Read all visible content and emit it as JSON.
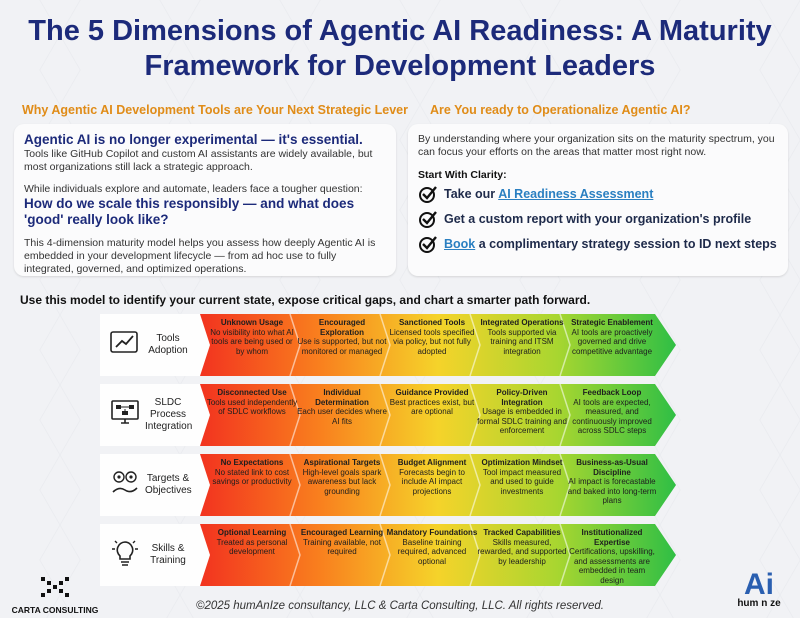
{
  "title": "The 5 Dimensions of Agentic AI Readiness: A Maturity Framework for Development Leaders",
  "left_section": {
    "heading": "Why Agentic AI Development Tools are Your Next Strategic Lever",
    "lead": "Agentic AI is no longer experimental — it's essential.",
    "p1": "Tools like GitHub Copilot and custom AI assistants are widely available, but most organizations still lack a strategic approach.",
    "p2": "While individuals explore and automate, leaders face a tougher question:",
    "question": "How do we scale this responsibly — and what does 'good' really look like?",
    "p3": "This 4-dimension maturity model helps you assess how deeply Agentic AI is embedded in your development lifecycle — from ad hoc use to fully integrated, governed, and optimized operations."
  },
  "right_section": {
    "heading": "Are You ready to Operationalize Agentic AI?",
    "intro": "By understanding where your organization sits on the maturity spectrum, you can focus your efforts on the areas that matter most right now.",
    "start": "Start With Clarity:",
    "items": [
      {
        "pre": "Take our ",
        "link": "AI Readiness Assessment",
        "post": ""
      },
      {
        "pre": "Get a custom report with your organization's profile",
        "link": "",
        "post": ""
      },
      {
        "pre": "",
        "link": "Book",
        "post": " a complimentary strategy session to ID next steps"
      }
    ]
  },
  "subline": "Use this model to identify your current state, expose critical gaps, and chart a smarter path forward.",
  "rows": [
    {
      "label": "Tools Adoption",
      "icon": "chart-line-icon",
      "cells": [
        {
          "t": "Unknown Usage",
          "d": "No visibility into what AI tools are being used or by whom"
        },
        {
          "t": "Encouraged Exploration",
          "d": "Use is supported, but not monitored or managed"
        },
        {
          "t": "Sanctioned Tools",
          "d": "Licensed tools specified via policy, but not fully adopted"
        },
        {
          "t": "Integrated Operations",
          "d": "Tools supported via training and ITSM integration"
        },
        {
          "t": "Strategic Enablement",
          "d": "AI tools are proactively governed and drive competitive advantage"
        }
      ]
    },
    {
      "label": "SLDC Process Integration",
      "icon": "workflow-monitor-icon",
      "cells": [
        {
          "t": "Disconnected Use",
          "d": "Tools used independently of SDLC workflows"
        },
        {
          "t": "Individual Determination",
          "d": "Each user decides where AI fits"
        },
        {
          "t": "Guidance Provided",
          "d": "Best practices exist, but are optional"
        },
        {
          "t": "Policy-Driven Integration",
          "d": "Usage is embedded in formal SDLC training and enforcement"
        },
        {
          "t": "Feedback Loop",
          "d": "AI tools are expected, measured, and continuously improved across SDLC steps"
        }
      ]
    },
    {
      "label": "Targets & Objectives",
      "icon": "targets-icon",
      "cells": [
        {
          "t": "No Expectations",
          "d": "No stated link to cost savings or productivity"
        },
        {
          "t": "Aspirational Targets",
          "d": "High-level goals spark awareness but lack grounding"
        },
        {
          "t": "Budget Alignment",
          "d": "Forecasts begin to include AI impact projections"
        },
        {
          "t": "Optimization Mindset",
          "d": "Tool impact measured and used to guide investments"
        },
        {
          "t": "Business-as-Usual Discipline",
          "d": "AI impact is forecastable and baked into long-term plans"
        }
      ]
    },
    {
      "label": "Skills & Training",
      "icon": "lightbulb-icon",
      "cells": [
        {
          "t": "Optional Learning",
          "d": "Treated as personal development"
        },
        {
          "t": "Encouraged Learning",
          "d": "Training available, not required"
        },
        {
          "t": "Mandatory Foundations",
          "d": "Baseline training required, advanced optional"
        },
        {
          "t": "Tracked Capabilities",
          "d": "Skills measured, rewarded, and supported by leadership"
        },
        {
          "t": "Institutionalized Expertise",
          "d": "Certifications, upskilling, and assessments are embedded in team design"
        }
      ]
    }
  ],
  "footer": "©2025 humAnIze consultancy, LLC & Carta Consulting, LLC. All rights reserved.",
  "logo_left": "CARTA CONSULTING",
  "logo_right_mark": "Ai",
  "logo_right_text": "hum n ze",
  "colors": {
    "title": "#1c2a7a",
    "heading": "#e08c18",
    "band": [
      "#f2331f",
      "#f97f1e",
      "#f5d32a",
      "#a8d630",
      "#2fbf45"
    ]
  }
}
